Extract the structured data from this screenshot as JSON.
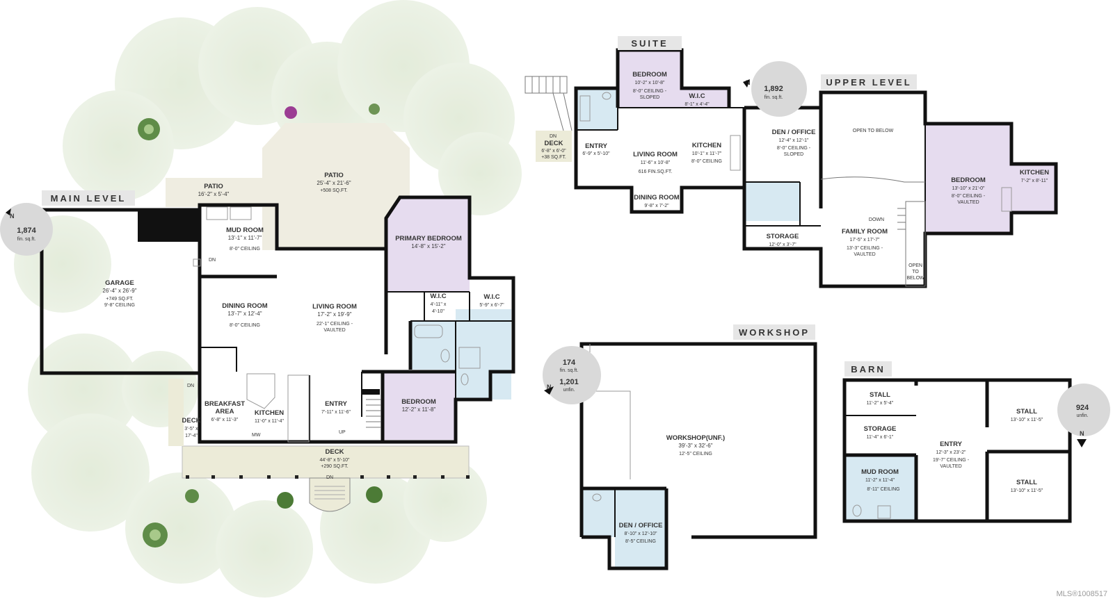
{
  "levels": {
    "main": "MAIN LEVEL",
    "suite": "SUITE",
    "upper": "UPPER LEVEL",
    "workshop": "WORKSHOP",
    "barn": "BARN"
  },
  "badges": {
    "main": {
      "value": "1,874",
      "unit": "fin. sq.ft."
    },
    "upper": {
      "value": "1,892",
      "unit": "fin. sq.ft."
    },
    "workshop_fin": {
      "value": "174",
      "unit": "fin. sq.ft."
    },
    "workshop_unfin": {
      "value": "1,201",
      "unit": "unfin."
    },
    "barn": {
      "value": "924",
      "unit": "unfin."
    }
  },
  "compass": "N",
  "rooms": {
    "garage": {
      "name": "GARAGE",
      "dim": "26'-4\" x 26'-9\"",
      "extra1": "+749 SQ.FT.",
      "extra2": "9'-8\" CEILING"
    },
    "patio_small": {
      "name": "PATIO",
      "dim": "16'-2\" x 5'-4\""
    },
    "patio_large": {
      "name": "PATIO",
      "dim": "25'-4\" x 21'-6\"",
      "extra1": "+508 SQ.FT."
    },
    "mud_room": {
      "name": "MUD ROOM",
      "dim": "13'-1\" x 11'-7\"",
      "extra1": "8'-0\" CEILING"
    },
    "dining_room": {
      "name": "DINING ROOM",
      "dim": "13'-7\" x 12'-4\"",
      "extra1": "8'-0\" CEILING"
    },
    "living_room": {
      "name": "LIVING ROOM",
      "dim": "17'-2\" x 19'-9\"",
      "extra1": "22'-1\" CEILING -",
      "extra2": "VAULTED"
    },
    "primary_bedroom": {
      "name": "PRIMARY BEDROOM",
      "dim": "14'-8\" x 15'-2\""
    },
    "wic_main1": {
      "name": "W.I.C",
      "dim": "4'-11\" x",
      "dim2": "4'-10\""
    },
    "wic_main2": {
      "name": "W.I.C",
      "dim": "5'-9\" x 6'-7\""
    },
    "breakfast": {
      "name": "BREAKFAST",
      "name2": "AREA",
      "dim": "6'-8\" x 11'-3\""
    },
    "kitchen_main": {
      "name": "KITCHEN",
      "dim": "11'-0\" x 11'-4\""
    },
    "entry_main": {
      "name": "ENTRY",
      "dim": "7'-11\" x 11'-6\""
    },
    "bedroom_main": {
      "name": "BEDROOM",
      "dim": "12'-2\" x 11'-8\""
    },
    "deck_side": {
      "name": "DECK",
      "dim": "3'-5\" x",
      "dim2": "17'-4\""
    },
    "deck_front": {
      "name": "DECK",
      "dim": "44'-8\" x 5'-10\"",
      "extra1": "+290 SQ.FT."
    },
    "suite_bedroom": {
      "name": "BEDROOM",
      "dim": "10'-2\" x 10'-8\"",
      "extra1": "8'-0\" CEILING -",
      "extra2": "SLOPED"
    },
    "suite_wic": {
      "name": "W.I.C",
      "dim": "8'-1\" x 4'-4\""
    },
    "suite_deck": {
      "name": "DECK",
      "dim": "6'-8\" x 6'-0\"",
      "extra1": "+38 SQ.FT."
    },
    "suite_entry": {
      "name": "ENTRY",
      "dim": "6'-9\" x 5'-10\""
    },
    "suite_living": {
      "name": "LIVING ROOM",
      "dim": "11'-6\" x 10'-8\"",
      "extra1": "616 FIN.SQ.FT."
    },
    "suite_kitchen": {
      "name": "KITCHEN",
      "dim": "10'-1\" x 11'-7\"",
      "extra1": "8'-0\" CEILING"
    },
    "suite_dining": {
      "name": "DINING ROOM",
      "dim": "9'-8\" x 7'-2\""
    },
    "den_upper": {
      "name": "DEN / OFFICE",
      "dim": "12'-4\" x 12'-1\"",
      "extra1": "8'-0\" CEILING -",
      "extra2": "SLOPED"
    },
    "open_below": {
      "name": "OPEN TO BELOW"
    },
    "upper_bedroom": {
      "name": "BEDROOM",
      "dim": "13'-10\" x 21'-0\"",
      "extra1": "8'-0\" CEILING -",
      "extra2": "VAULTED"
    },
    "upper_kitchen": {
      "name": "KITCHEN",
      "dim": "7'-2\" x 8'-11\""
    },
    "storage_upper": {
      "name": "STORAGE",
      "dim": "12'-0\" x 3'-7\""
    },
    "family_room": {
      "name": "FAMILY ROOM",
      "dim": "17'-5\" x 17'-7\"",
      "extra1": "13'-3\" CEILING -",
      "extra2": "VAULTED"
    },
    "open_below_small": {
      "line1": "OPEN",
      "line2": "TO",
      "line3": "BELOW"
    },
    "workshop_room": {
      "name": "WORKSHOP(UNF.)",
      "dim": "39'-3\" x 32'-6\"",
      "extra1": "12'-5\" CEILING"
    },
    "workshop_den": {
      "name": "DEN / OFFICE",
      "dim": "8'-10\" x 12'-10\"",
      "extra1": "8'-5\" CEILING"
    },
    "barn_stall_a": {
      "name": "STALL",
      "dim": "11'-2\" x 5'-4\""
    },
    "barn_storage": {
      "name": "STORAGE",
      "dim": "11'-4\" x 6'-1\""
    },
    "barn_mud": {
      "name": "MUD ROOM",
      "dim": "11'-2\" x 11'-4\"",
      "extra1": "8'-11\" CEILING"
    },
    "barn_entry": {
      "name": "ENTRY",
      "dim": "12'-3\" x 23'-2\"",
      "extra1": "19'-7\" CEILING -",
      "extra2": "VAULTED"
    },
    "barn_stall_b": {
      "name": "STALL",
      "dim": "13'-10\" x 11'-5\""
    },
    "barn_stall_c": {
      "name": "STALL",
      "dim": "13'-10\" x 11'-5\""
    }
  },
  "markers": {
    "dn": "DN",
    "up": "UP",
    "down": "DOWN",
    "mw": "MW"
  },
  "mls": "MLS®1008517",
  "colors": {
    "wall": "#111111",
    "bedroom_fill": "#e6dcef",
    "bath_fill": "#d7e9f2",
    "patio_fill": "#efede1",
    "deck_fill": "#ecebd8",
    "foliage": "#dfe8d6",
    "badge": "#d9d9d9"
  }
}
